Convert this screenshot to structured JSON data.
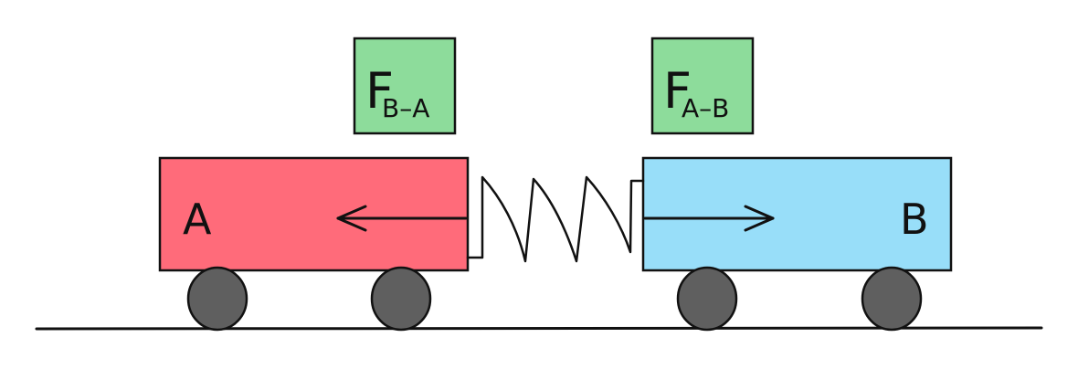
{
  "carts": {
    "a": {
      "label": "A",
      "color": "#ff6b7a"
    },
    "b": {
      "label": "B",
      "color": "#98def9"
    }
  },
  "forces": {
    "on_a": {
      "symbol": "F",
      "subscript": "B–A",
      "box_color": "#8ddc9b"
    },
    "on_b": {
      "symbol": "F",
      "subscript": "A–B",
      "box_color": "#8ddc9b"
    }
  },
  "colors": {
    "wheel": "#5f5f5f",
    "ink": "#111111"
  }
}
